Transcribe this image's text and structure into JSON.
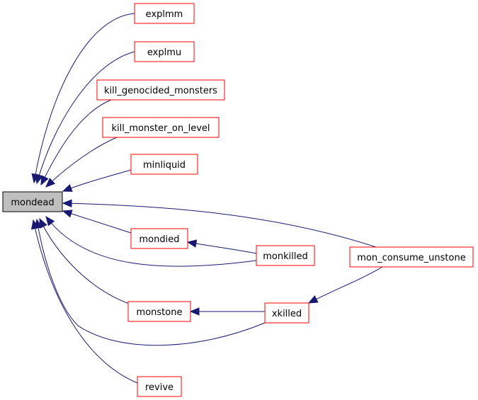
{
  "diagram": {
    "root": "mondead",
    "colors": {
      "root_fill": "#bfbfbf",
      "root_border": "#000000",
      "node_border": "#ff0000",
      "node_fill": "#ffffff",
      "edge": "#191970"
    },
    "nodes": [
      {
        "id": "mondead",
        "label": "mondead"
      },
      {
        "id": "explmm",
        "label": "explmm"
      },
      {
        "id": "explmu",
        "label": "explmu"
      },
      {
        "id": "kill_genocided_monsters",
        "label": "kill_genocided_monsters"
      },
      {
        "id": "kill_monster_on_level",
        "label": "kill_monster_on_level"
      },
      {
        "id": "minliquid",
        "label": "minliquid"
      },
      {
        "id": "mondied",
        "label": "mondied"
      },
      {
        "id": "monkilled",
        "label": "monkilled"
      },
      {
        "id": "mon_consume_unstone",
        "label": "mon_consume_unstone"
      },
      {
        "id": "monstone",
        "label": "monstone"
      },
      {
        "id": "xkilled",
        "label": "xkilled"
      },
      {
        "id": "revive",
        "label": "revive"
      }
    ],
    "edges": [
      {
        "from": "explmm",
        "to": "mondead"
      },
      {
        "from": "explmu",
        "to": "mondead"
      },
      {
        "from": "kill_genocided_monsters",
        "to": "mondead"
      },
      {
        "from": "kill_monster_on_level",
        "to": "mondead"
      },
      {
        "from": "minliquid",
        "to": "mondead"
      },
      {
        "from": "mon_consume_unstone",
        "to": "mondead"
      },
      {
        "from": "mondied",
        "to": "mondead"
      },
      {
        "from": "monkilled",
        "to": "mondead"
      },
      {
        "from": "monstone",
        "to": "mondead"
      },
      {
        "from": "xkilled",
        "to": "mondead"
      },
      {
        "from": "revive",
        "to": "mondead"
      },
      {
        "from": "monkilled",
        "to": "mondied"
      },
      {
        "from": "xkilled",
        "to": "monstone"
      },
      {
        "from": "mon_consume_unstone",
        "to": "xkilled"
      }
    ]
  }
}
